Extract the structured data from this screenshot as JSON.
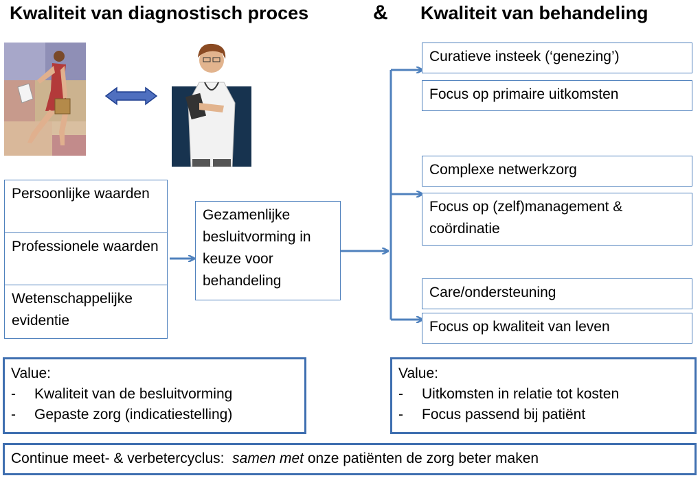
{
  "titles": {
    "left": "Kwaliteit van diagnostisch proces",
    "amp": "&",
    "right": "Kwaliteit van behandeling"
  },
  "left_boxes": [
    "Persoonlijke waarden",
    "Professionele waarden",
    "Wetenschappelijke evidentie"
  ],
  "center_box": "Gezamenlijke besluitvorming in keuze voor behandeling",
  "right_boxes": [
    "Curatieve insteek (‘genezing’)",
    "Focus op primaire uitkomsten",
    "Complexe netwerkzorg",
    "Focus op (zelf)management & coördinatie",
    "Care/ondersteuning",
    "Focus op kwaliteit van leven"
  ],
  "value_left": {
    "heading": "Value:",
    "items": [
      "Kwaliteit van de besluitvorming",
      "Gepaste zorg (indicatiestelling)"
    ]
  },
  "value_right": {
    "heading": "Value:",
    "items": [
      "Uitkomsten in relatie tot kosten",
      "Focus passend bij patiënt"
    ]
  },
  "bottom": {
    "prefix": "Continue meet- & verbetercyclus:  ",
    "emphasis": "samen met",
    "suffix": " onze patiënten de zorg beter maken"
  },
  "dash": "-",
  "colors": {
    "line": "#4f81bd",
    "box_border": "#4f81bd",
    "value_border": "#3f6fb0"
  },
  "images": [
    "walking-woman-clipart",
    "doctor-clipart"
  ]
}
